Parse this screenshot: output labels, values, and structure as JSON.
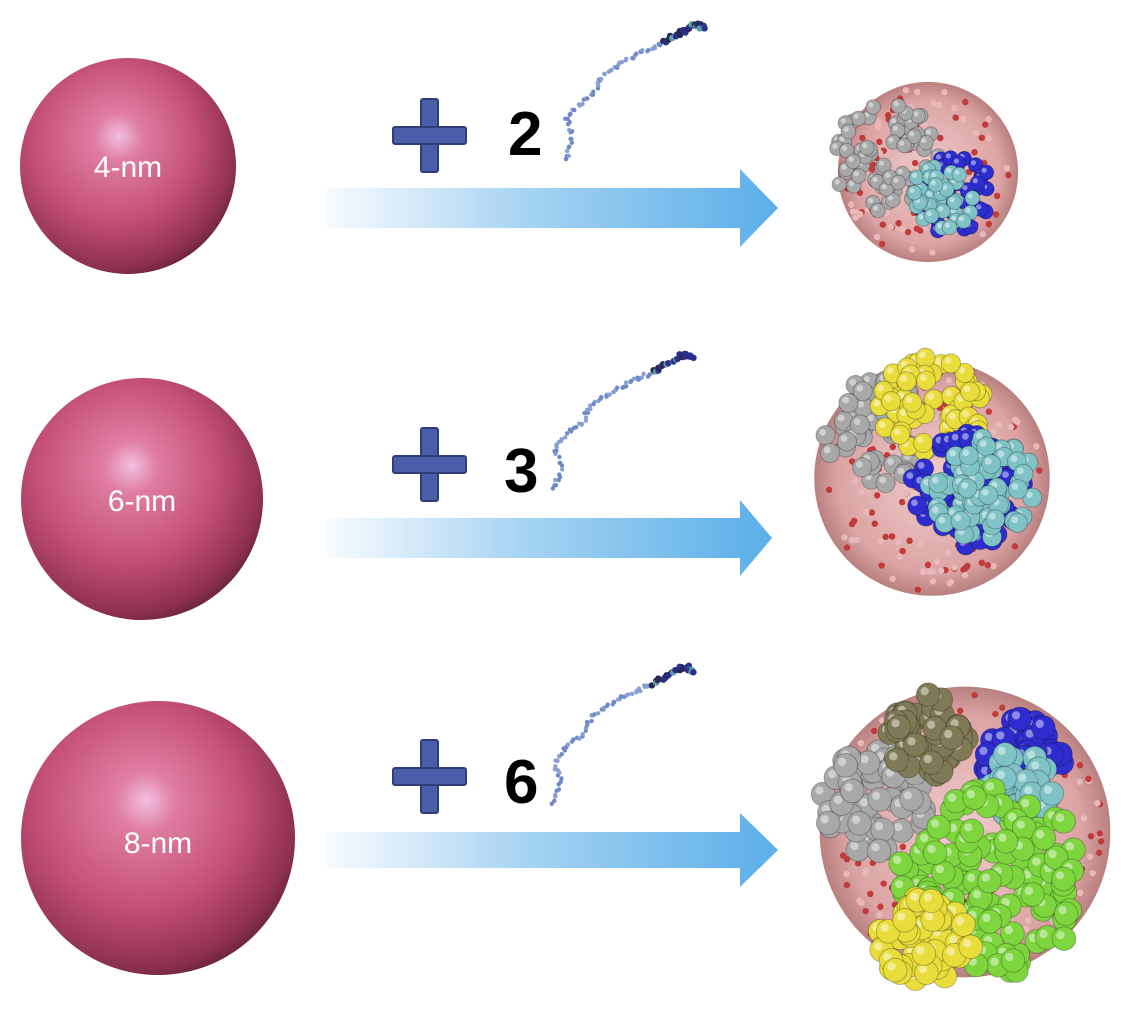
{
  "rows": [
    {
      "nanoparticle_label": "4-nm",
      "peptide_count": "2",
      "complex_colors": [
        "#a8a8a8",
        "#2d2dcf",
        "#7fc3c6"
      ]
    },
    {
      "nanoparticle_label": "6-nm",
      "peptide_count": "3",
      "complex_colors": [
        "#a8a8a8",
        "#e9dd3c",
        "#2d2dcf",
        "#7fc3c6"
      ]
    },
    {
      "nanoparticle_label": "8-nm",
      "peptide_count": "6",
      "complex_colors": [
        "#a8a8a8",
        "#7f7a55",
        "#2d2dcf",
        "#7fc3c6",
        "#7ed63f",
        "#e9dd3c"
      ]
    }
  ],
  "colors": {
    "nanoparticle": "#c44f78",
    "plus_sign": "#4a5fa8",
    "arrow": "#5aaee8",
    "core_pink": "#e9b9b9",
    "core_red": "#c23b3b"
  }
}
